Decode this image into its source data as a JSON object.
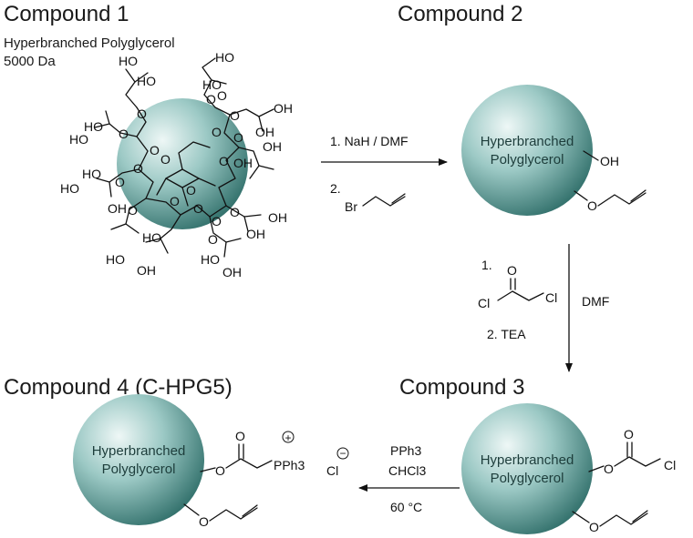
{
  "compounds": {
    "c1": {
      "title": "Compound 1",
      "subtitle_line1": "Hyperbranched Polyglycerol",
      "subtitle_line2": "5000 Da"
    },
    "c2": {
      "title": "Compound 2"
    },
    "c3": {
      "title": "Compound 3"
    },
    "c4": {
      "title": "Compound 4 (C-HPG5)"
    }
  },
  "core_label": {
    "line1": "Hyperbranched",
    "line2": "Polyglycerol"
  },
  "atoms": {
    "O": "O",
    "OH": "OH",
    "HO": "HO",
    "Br": "Br",
    "Cl": "Cl",
    "PPh3": "PPh3",
    "plus": "+",
    "minus": "−"
  },
  "steps": {
    "step1": {
      "reagent1": "1. NaH / DMF",
      "reagent2": "2."
    },
    "step2": {
      "reagent1": "1.",
      "reagent2": "2. TEA",
      "solvent": "DMF"
    },
    "step3": {
      "reagent1": "PPh3",
      "reagent2": "CHCl3",
      "condition": "60 °C"
    }
  },
  "colors": {
    "sphere_light": "#eef7f6",
    "sphere_mid": "#7fb7b2",
    "sphere_dark": "#2f6e69"
  }
}
